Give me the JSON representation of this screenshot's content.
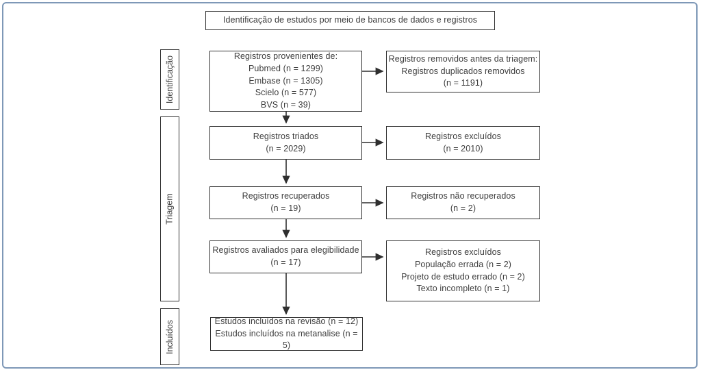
{
  "diagram": {
    "title": "Identificação de estudos por meio de bancos de dados e registros",
    "stages": [
      {
        "label": "Identificação"
      },
      {
        "label": "Triagem"
      },
      {
        "label": "Incluídos"
      }
    ],
    "boxes": {
      "sources": "Registros provenientes de:\nPubmed (n = 1299)\nEmbase (n = 1305)\nScielo (n = 577)\nBVS (n = 39)",
      "removed_before_screening": "Registros removidos antes da triagem:\nRegistros duplicados removidos\n(n = 1191)",
      "screened": "Registros triados\n(n = 2029)",
      "excluded_screening": "Registros excluídos\n(n = 2010)",
      "retrieved": "Registros recuperados\n(n = 19)",
      "not_retrieved": "Registros não recuperados\n(n = 2)",
      "assessed": "Registros avaliados para elegibilidade\n(n = 17)",
      "excluded_eligibility": "Registros excluídos\nPopulação errada (n = 2)\nProjeto de estudo errado (n = 2)\nTexto incompleto (n = 1)",
      "included": "Estudos incluídos na revisão (n = 12)\nEstudos incluídos na metanalise (n = 5)"
    },
    "colors": {
      "frame_border": "#7e98b7",
      "box_border": "#2f2f2f",
      "text": "#3d3d3d"
    }
  }
}
